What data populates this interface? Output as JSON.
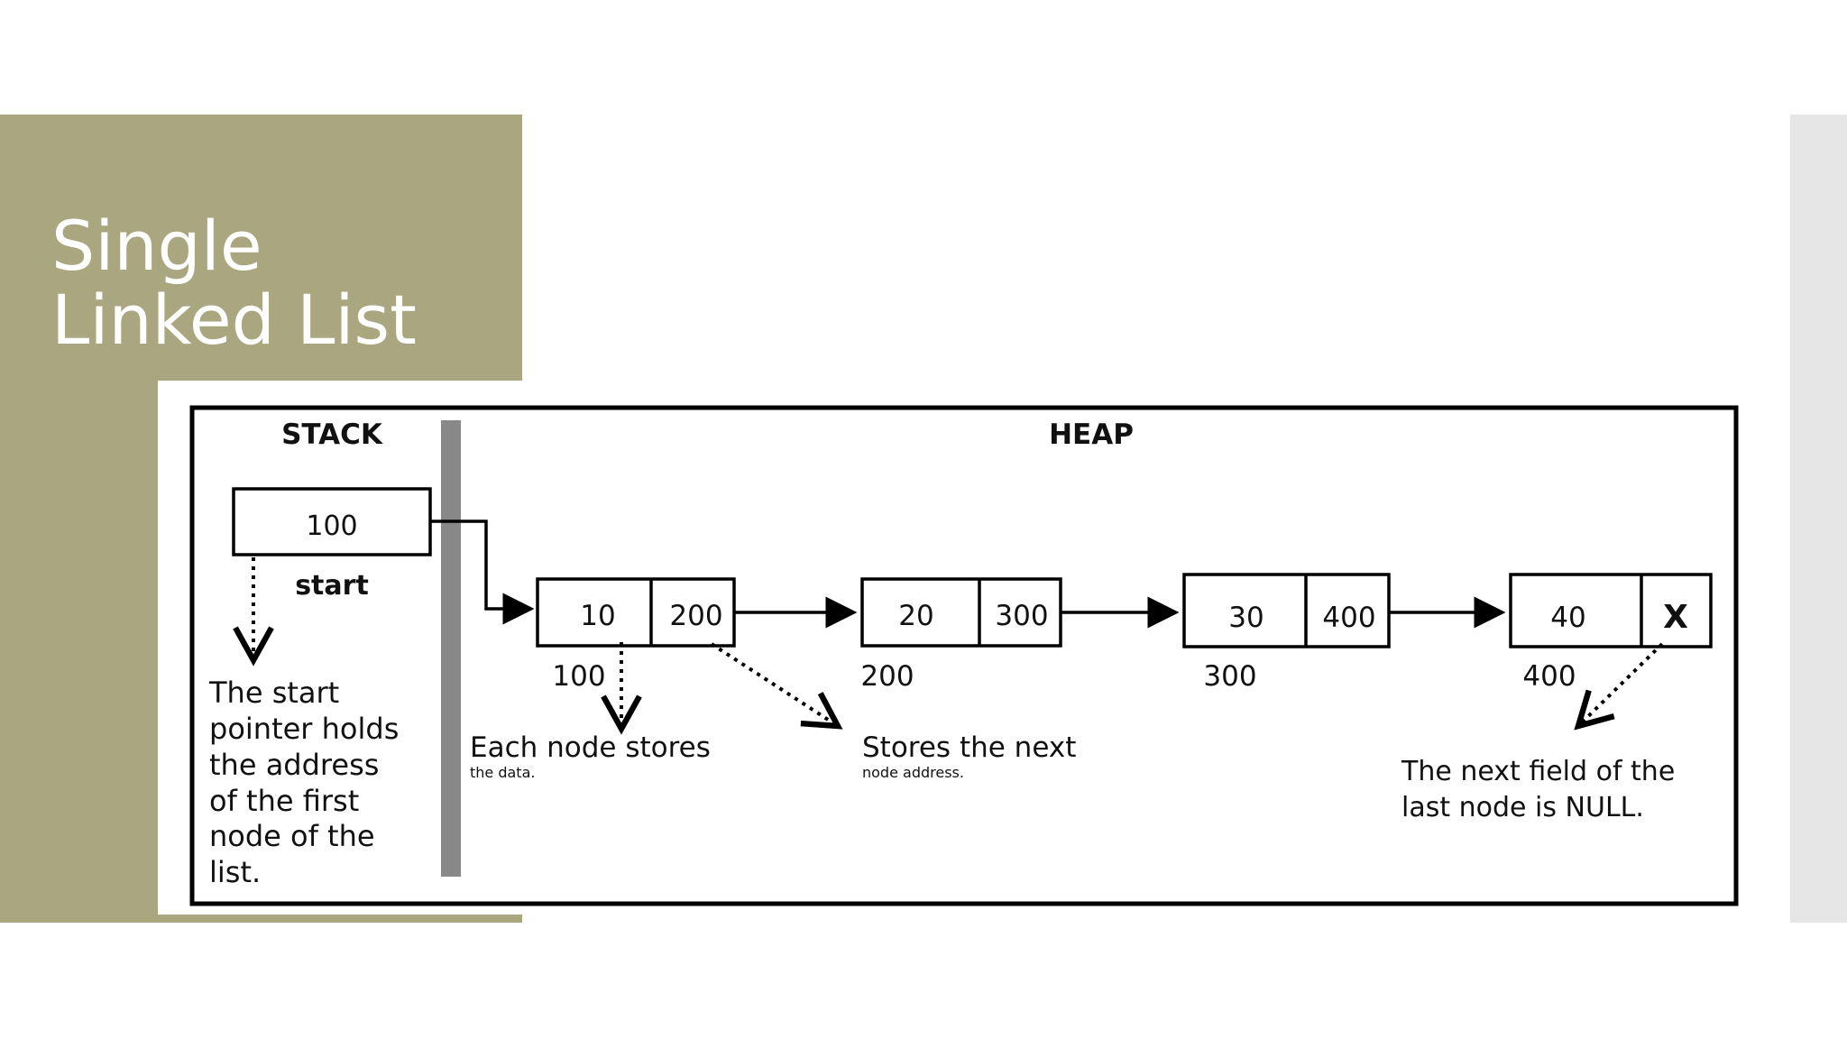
{
  "slide": {
    "title": "Single Linked List",
    "colors": {
      "panel": "#aaa67f",
      "strip": "#e6e6e6",
      "title": "#ffffff"
    }
  },
  "diagram": {
    "stack_label": "STACK",
    "heap_label": "HEAP",
    "start_value": "100",
    "start_label": "start",
    "start_note": [
      "The start",
      "pointer holds",
      "the address",
      "of the first",
      "node of the",
      "list."
    ],
    "nodes": [
      {
        "data": "10",
        "next": "200",
        "address": "100"
      },
      {
        "data": "20",
        "next": "300",
        "address": "200"
      },
      {
        "data": "30",
        "next": "400",
        "address": "300"
      },
      {
        "data": "40",
        "next": "X",
        "address": "400"
      }
    ],
    "data_note": {
      "main": "Each node stores",
      "sub": "the data."
    },
    "next_note": {
      "main": "Stores the next",
      "sub": "node address."
    },
    "null_note": [
      "The next field of the",
      "last node is NULL."
    ]
  }
}
